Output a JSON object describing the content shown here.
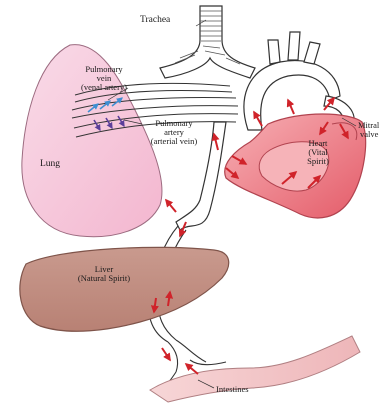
{
  "labels": {
    "trachea": "Trachea",
    "pulmonary_vein": [
      "Pulmonary",
      "vein",
      "(venal artery)"
    ],
    "pulmonary_artery": [
      "Pulmonary",
      "artery",
      "(arterial vein)"
    ],
    "lung": "Lung",
    "heart": [
      "Heart",
      "(Vital",
      "Spirit)"
    ],
    "mitral_valve": [
      "Mitral",
      "valve"
    ],
    "liver": [
      "Liver",
      "(Natural Spirit)"
    ],
    "intestines": "Intestines"
  },
  "colors": {
    "lung_fill": "#f6c9dc",
    "heart_fill": "#ec7c86",
    "liver_fill": "#c58e82",
    "intestine_fill": "#f2c6c8",
    "arrow_red": "#d0232a",
    "arrow_blue": "#3f8fd2",
    "arrow_purple": "#5b3f9a",
    "outline": "#333333"
  }
}
